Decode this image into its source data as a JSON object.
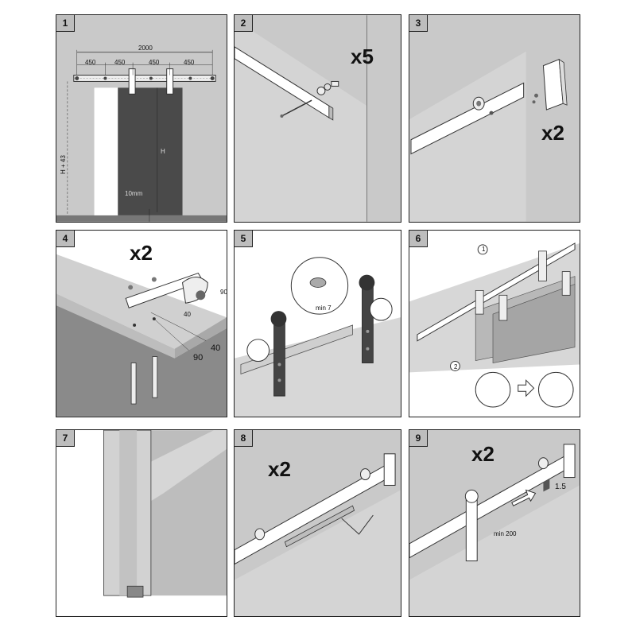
{
  "steps": [
    {
      "number": "1",
      "dims": {
        "total": "2000",
        "spacing": [
          "450",
          "450",
          "450",
          "450"
        ],
        "height_left": "H + 43",
        "height_right": "H",
        "floor_gap": "10mm"
      }
    },
    {
      "number": "2",
      "multiplier": "x5"
    },
    {
      "number": "3",
      "multiplier": "x2"
    },
    {
      "number": "4",
      "multiplier": "x2",
      "dims": {
        "a": "40",
        "b": "90",
        "c": "40",
        "d": "90"
      }
    },
    {
      "number": "5",
      "dims": {
        "min": "min 7"
      }
    },
    {
      "number": "6",
      "callouts": [
        "1",
        "2"
      ]
    },
    {
      "number": "7"
    },
    {
      "number": "8",
      "multiplier": "x2"
    },
    {
      "number": "9",
      "multiplier": "x2",
      "dims": {
        "min": "min 200",
        "hex": "1.5"
      }
    }
  ],
  "colors": {
    "background": "#c9c9c9",
    "door": "#4a4a4a",
    "panel_border": "#222222",
    "rail": "#ffffff"
  }
}
